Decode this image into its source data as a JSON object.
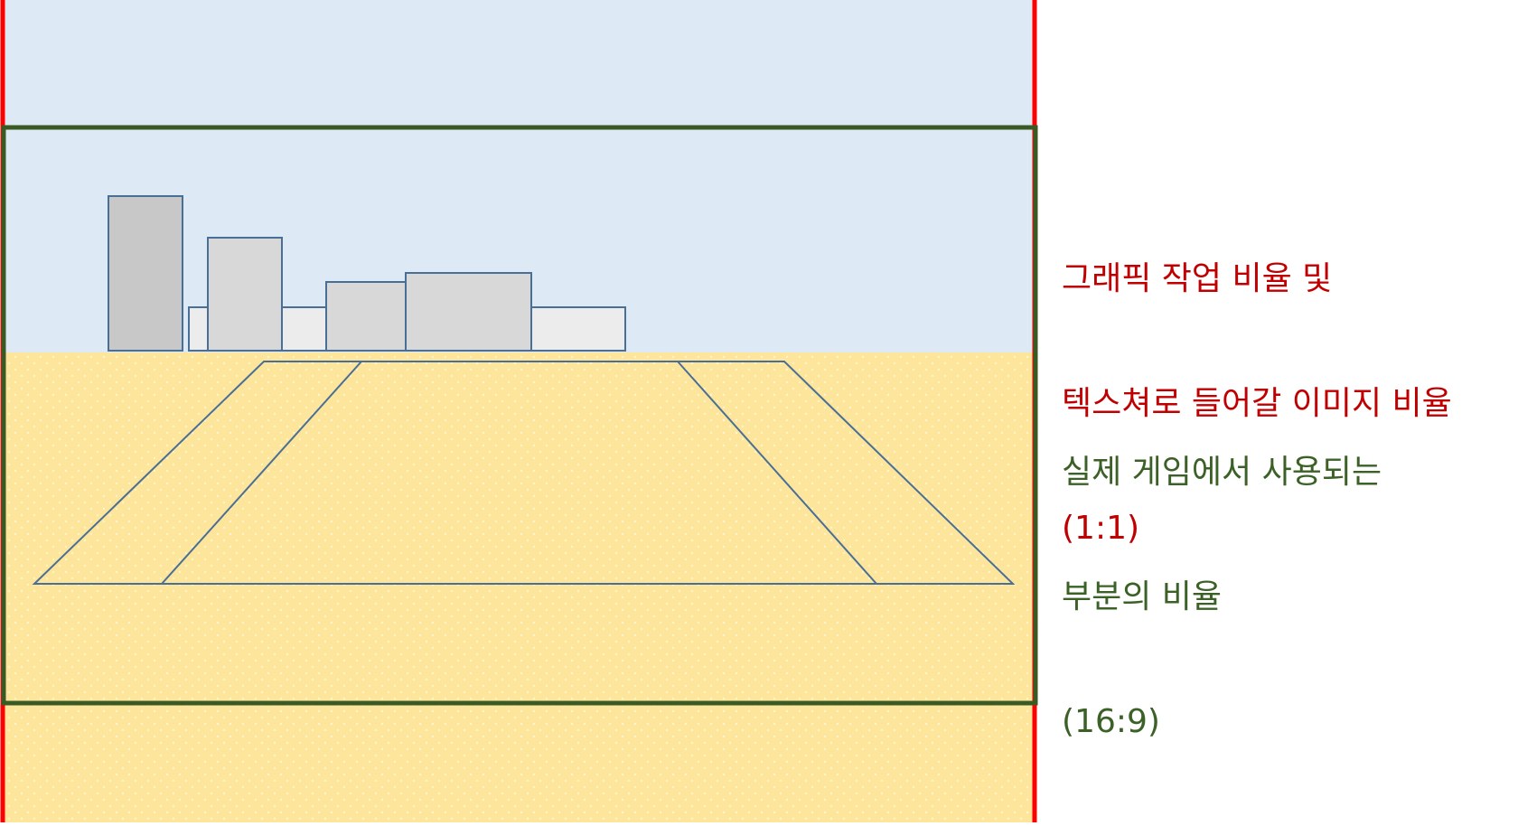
{
  "scene": {
    "sky_color": "#dde9f5",
    "ground_color": "#fde69b",
    "ground_dot_color": "#fff4cc",
    "outline_color": "#4a6f97",
    "building_dark_fill": "#c8c8c8",
    "building_mid_fill": "#d8d8d8",
    "building_light_fill": "#ececec",
    "buildings": [
      {
        "shade": "light"
      },
      {
        "shade": "light"
      },
      {
        "shade": "dark"
      },
      {
        "shade": "mid"
      },
      {
        "shade": "mid"
      },
      {
        "shade": "mid"
      }
    ],
    "road": {
      "shape": "trapezoid",
      "inner_lanes": 2
    }
  },
  "texture_frame": {
    "color": "#ff0000",
    "label_line1": "그래픽 작업 비율 및",
    "label_line2": "텍스쳐로 들어갈 이미지 비율",
    "ratio": "(1:1)"
  },
  "game_frame": {
    "color": "#3a5a23",
    "label_line1": "실제 게임에서 사용되는",
    "label_line2": "부분의 비율",
    "ratio": "(16:9)"
  },
  "captions": {
    "texture_color": "#c00000",
    "game_color": "#3b6126"
  }
}
